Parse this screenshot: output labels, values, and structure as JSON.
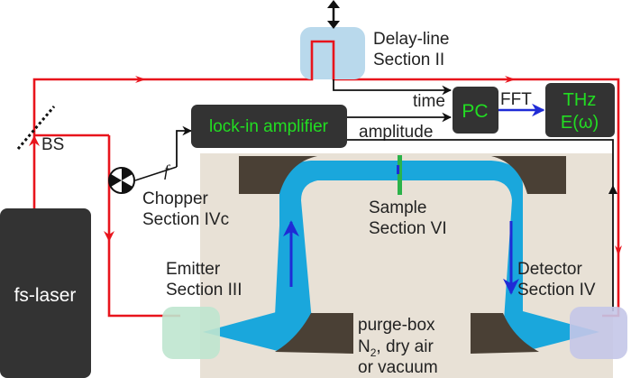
{
  "title": "THz time-domain spectroscopy setup",
  "colors": {
    "laser_beam": "#e8141c",
    "thz_beam": "#1aa7dc",
    "signal_line": "#111111",
    "fft_arrow": "#1f2bd6",
    "box_dark": "#333333",
    "box_text": "#22dd22",
    "purge_box_bg": "#e8e1d6",
    "mirror": "#4a4035",
    "delay_line": "#b9d9ec",
    "emitter": "#bfe6cf",
    "detector": "#c4c6e8",
    "sample": "#2bb34a"
  },
  "components": {
    "fs_laser": {
      "label": "fs-laser"
    },
    "beam_splitter": {
      "label": "BS"
    },
    "chopper": {
      "label_line1": "Chopper",
      "label_line2": "Section IVc",
      "frequency_symbol": "f"
    },
    "delay_line": {
      "label_line1": "Delay-line",
      "label_line2": "Section II"
    },
    "lock_in": {
      "label": "lock-in amplifier"
    },
    "pc": {
      "label": "PC"
    },
    "thz_output": {
      "label_line1": "THz",
      "label_line2": "E(ω)"
    },
    "emitter": {
      "label_line1": "Emitter",
      "label_line2": "Section III"
    },
    "detector": {
      "label_line1": "Detector",
      "label_line2": "Section IV"
    },
    "sample": {
      "label_line1": "Sample",
      "label_line2": "Section VI"
    },
    "purge_box": {
      "label_line1": "purge-box",
      "label_line2_main": "N",
      "label_line2_sub": "2",
      "label_line2_rest": ", dry air",
      "label_line3": "or vacuum"
    }
  },
  "signals": {
    "time": "time",
    "amplitude": "amplitude",
    "fft": "FFT"
  }
}
